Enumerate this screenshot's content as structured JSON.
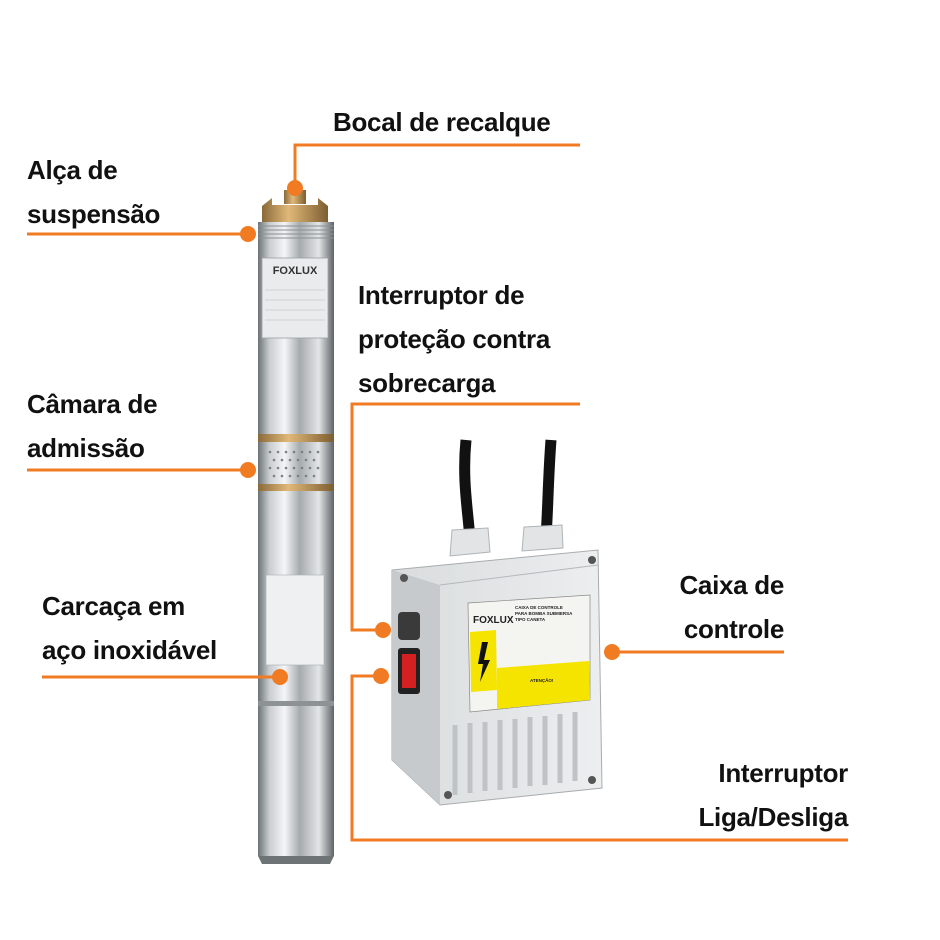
{
  "colors": {
    "accent": "#f07b22",
    "text": "#111111",
    "label_yellow": "#f5e400"
  },
  "callouts": {
    "bocal": {
      "line1": "Bocal de recalque"
    },
    "alca": {
      "line1": "Alça de",
      "line2": "suspensão"
    },
    "interruptor_protecao": {
      "line1": "Interruptor de",
      "line2": "proteção contra",
      "line3": "sobrecarga"
    },
    "camara": {
      "line1": "Câmara de",
      "line2": "admissão"
    },
    "carcaca": {
      "line1": "Carcaça em",
      "line2": "aço inoxidável"
    },
    "caixa": {
      "line1": "Caixa de",
      "line2": "controle"
    },
    "liga": {
      "line1": "Interruptor",
      "line2": "Liga/Desliga"
    }
  },
  "product": {
    "brand": "FOXLUX",
    "box_title": "CAIXA DE CONTROLE PARA BOMBA SUBMERSA TIPO CANETA",
    "box_warning": "ATENÇÃO!"
  }
}
